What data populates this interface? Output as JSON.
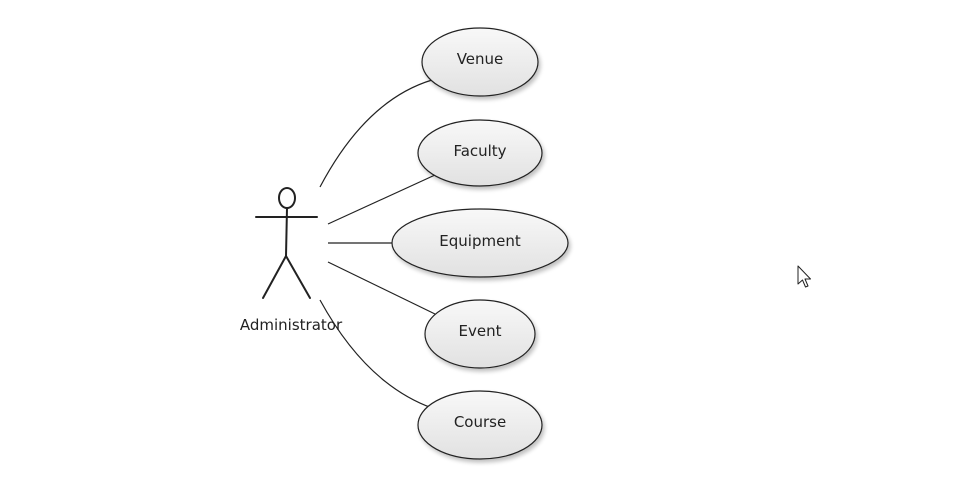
{
  "diagram": {
    "type": "use-case",
    "actor": {
      "label": "Administrator",
      "icon": "stick-figure-icon"
    },
    "use_cases": [
      {
        "id": "venue",
        "label": "Venue"
      },
      {
        "id": "faculty",
        "label": "Faculty"
      },
      {
        "id": "equipment",
        "label": "Equipment"
      },
      {
        "id": "event",
        "label": "Event"
      },
      {
        "id": "course",
        "label": "Course"
      }
    ],
    "associations": [
      {
        "from": "actor",
        "to": "venue"
      },
      {
        "from": "actor",
        "to": "faculty"
      },
      {
        "from": "actor",
        "to": "equipment"
      },
      {
        "from": "actor",
        "to": "event"
      },
      {
        "from": "actor",
        "to": "course"
      }
    ],
    "colors": {
      "ellipse_fill_top": "#f7f7f7",
      "ellipse_fill_bottom": "#e2e2e2",
      "stroke": "#222222",
      "background": "#ffffff"
    }
  },
  "cursor": {
    "icon": "mouse-pointer-icon"
  }
}
